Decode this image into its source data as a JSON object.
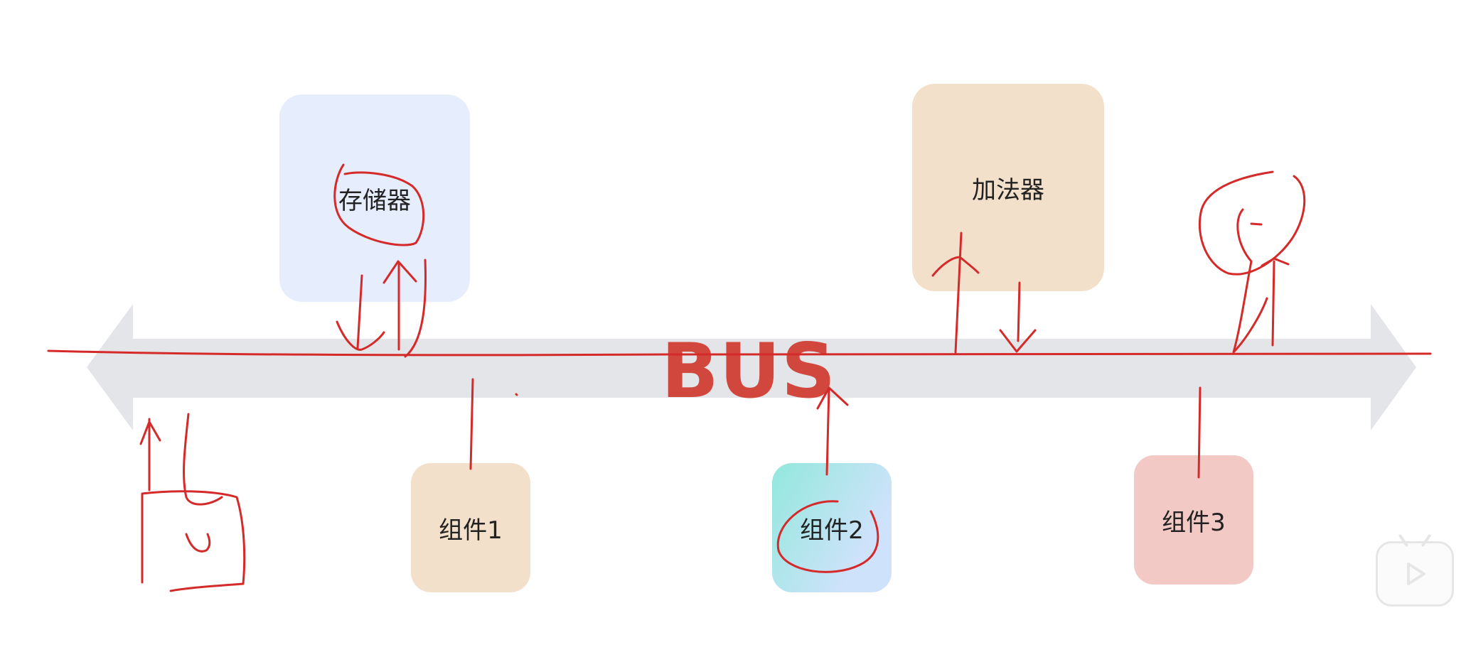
{
  "diagram": {
    "bus_label": "BUS",
    "nodes": {
      "memory": "存储器",
      "adder": "加法器",
      "component1": "组件1",
      "component2": "组件2",
      "component3": "组件3"
    }
  },
  "colors": {
    "bus_arrow": "#e4e5e8",
    "bus_label": "#d2473d",
    "annotation_ink": "#d42a2a",
    "memory_box": "#e6edfd",
    "adder_box": "#f2e0cb",
    "component1_box": "#f2e0cb",
    "component2_gradient_start": "#92e8dc",
    "component2_gradient_end": "#cfe2fb",
    "component3_box": "#f3c9c6"
  },
  "overlay": {
    "play_icon": "play-icon"
  }
}
